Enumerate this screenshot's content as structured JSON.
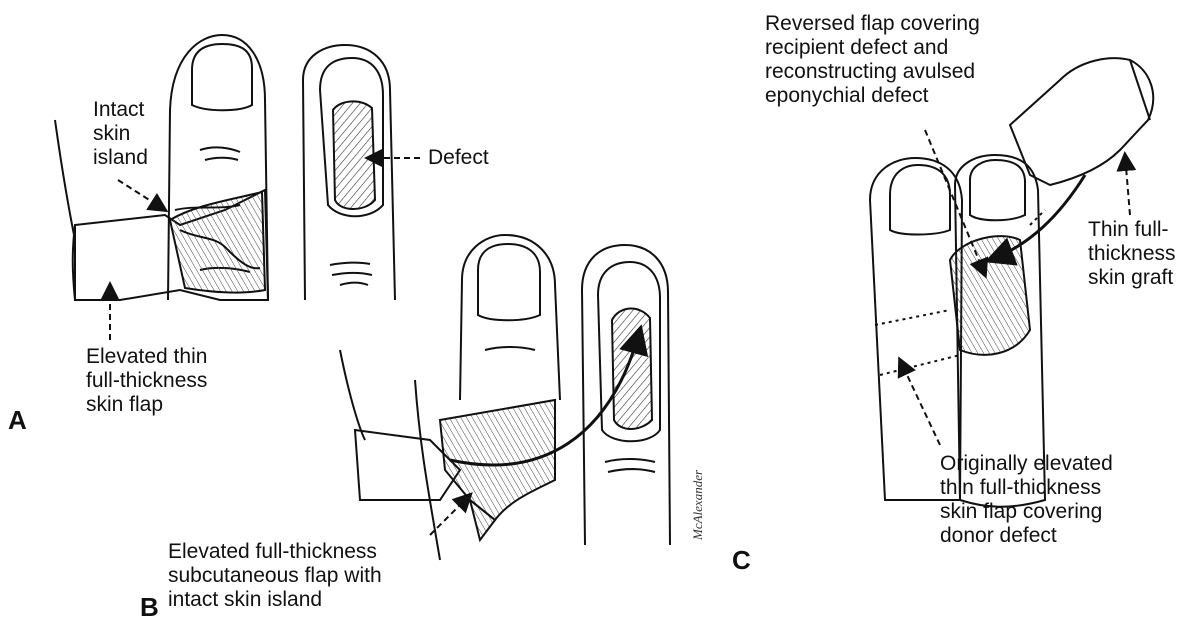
{
  "panels": {
    "a": "A",
    "b": "B",
    "c": "C"
  },
  "labels": {
    "intact_skin_island_a": "Intact\nskin\nisland",
    "defect": "Defect",
    "elevated_thin_flap": "Elevated thin\nfull-thickness\nskin flap",
    "elevated_subcutaneous_flap": "Elevated full-thickness\nsubcutaneous flap with\nintact skin island",
    "reversed_flap": "Reversed flap covering\nrecipient defect and\nreconstructing avulsed\neponychial defect",
    "thin_graft": "Thin full-\nthickness\nskin graft",
    "originally_elevated": "Originally elevated\nthin full-thickness\nskin flap covering\ndonor defect"
  },
  "signature": "McAlexander",
  "colors": {
    "ink": "#111111",
    "background": "#ffffff"
  }
}
